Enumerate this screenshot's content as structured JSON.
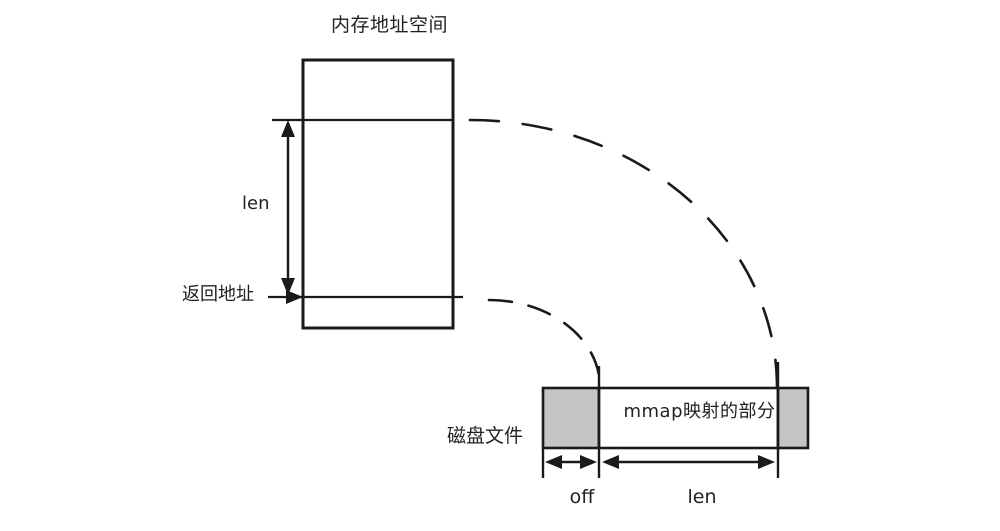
{
  "diagram": {
    "kind": "mmap memory mapping diagram",
    "memory": {
      "title": "内存地址空间",
      "len_label": "len",
      "return_address_label": "返回地址"
    },
    "disk": {
      "file_label": "磁盘文件",
      "mapped_region_label": "mmap映射的部分",
      "off_label": "off",
      "len_label": "len"
    },
    "colors": {
      "line": "#1a1a1a",
      "text": "#222222",
      "unmapped_fill": "#c4c4c4",
      "mapped_fill": "#ffffff",
      "background": "#ffffff"
    }
  }
}
